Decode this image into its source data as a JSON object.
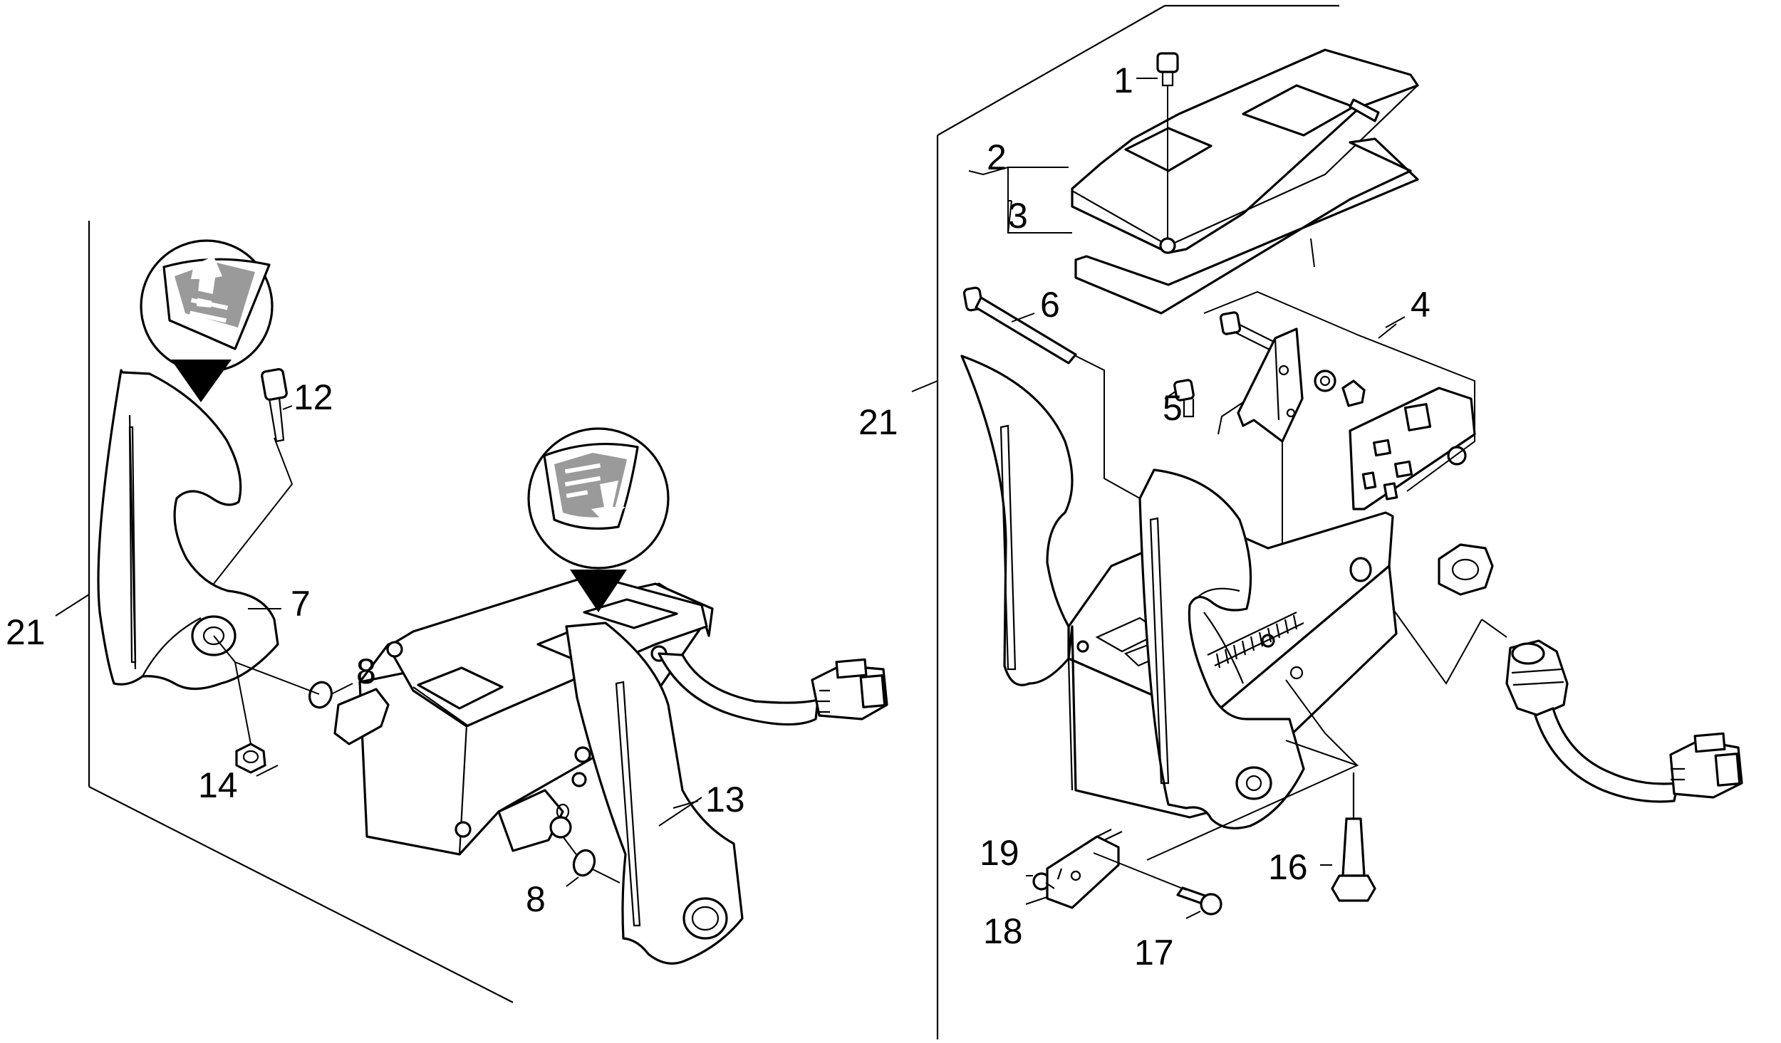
{
  "callouts": {
    "c1": "1",
    "c2": "2",
    "c3": "3",
    "c4": "4",
    "c5": "5",
    "c6": "6",
    "c7": "7",
    "c8a": "8",
    "c8b": "8",
    "c12": "12",
    "c13": "13",
    "c14": "14",
    "c16": "16",
    "c17": "17",
    "c18": "18",
    "c19": "19",
    "c21a": "21",
    "c21b": "21"
  },
  "symbols": {
    "forward_pedal_badge": "arrow-up-lines-icon",
    "reverse_pedal_badge": "arrow-down-lines-icon"
  },
  "colors": {
    "line": "#000000",
    "background": "#ffffff",
    "badge_grey": "#9a9a9a"
  }
}
